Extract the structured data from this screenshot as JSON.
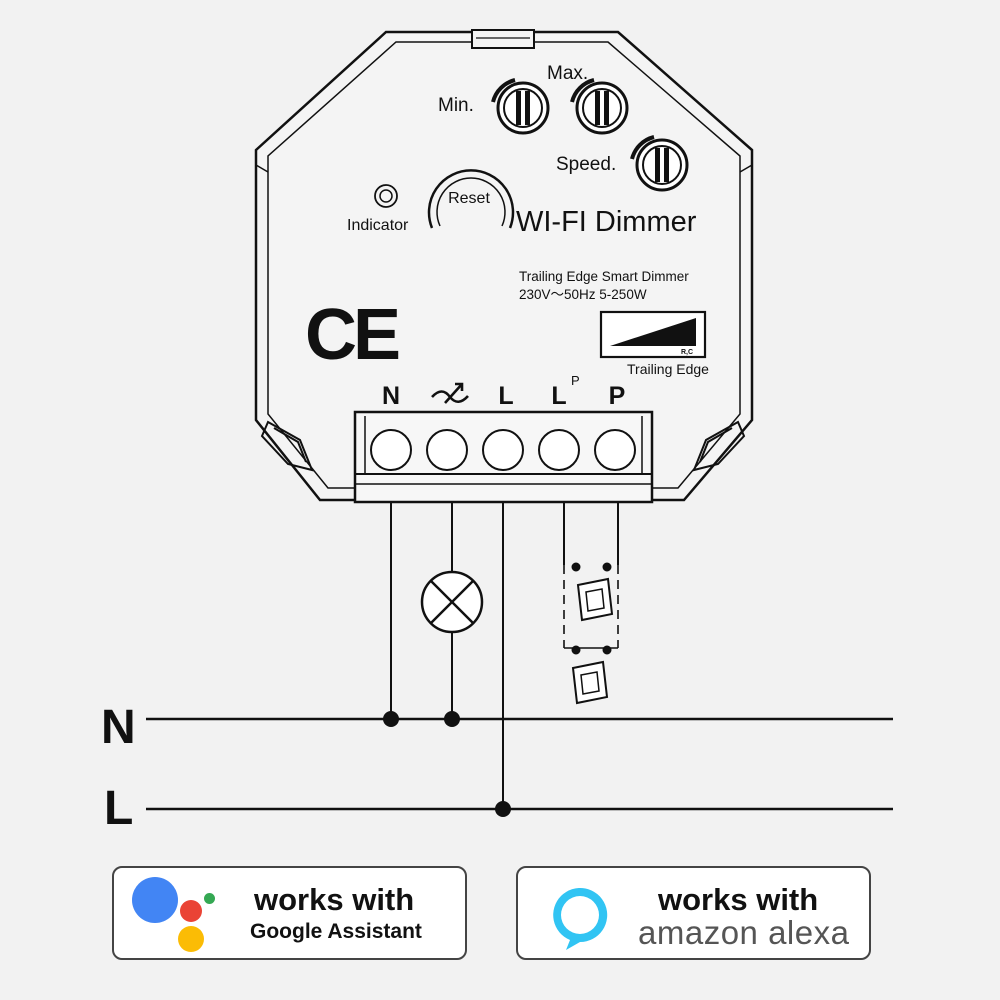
{
  "device": {
    "title": "WI-FI Dimmer",
    "description_line1": "Trailing Edge Smart Dimmer",
    "description_line2": "230V～50Hz 5-250W",
    "certification": "CE",
    "indicator_label": "Indicator",
    "reset_label": "Reset",
    "knobs": {
      "min_label": "Min.",
      "max_label": "Max.",
      "speed_label": "Speed."
    },
    "trailing_edge": {
      "inner_label": "R,C",
      "caption": "Trailing Edge"
    }
  },
  "terminals": [
    {
      "label": "N",
      "symbol": ""
    },
    {
      "label": "",
      "symbol": "dimmer-output-icon"
    },
    {
      "label": "L",
      "symbol": ""
    },
    {
      "label": "L",
      "superscript": "P",
      "symbol": ""
    },
    {
      "label": "P",
      "symbol": ""
    }
  ],
  "mains": {
    "neutral_label": "N",
    "live_label": "L"
  },
  "badges": {
    "google": {
      "line1": "works with",
      "line2": "Google Assistant",
      "icon": "google-assistant-icon",
      "colors": {
        "blue": "#4285F4",
        "red": "#EA4335",
        "yellow": "#FBBC05",
        "green": "#34A853"
      }
    },
    "alexa": {
      "line1": "works with",
      "line2": "amazon alexa",
      "icon": "alexa-ring-icon",
      "colors": {
        "ring": "#31C4F3"
      }
    }
  }
}
